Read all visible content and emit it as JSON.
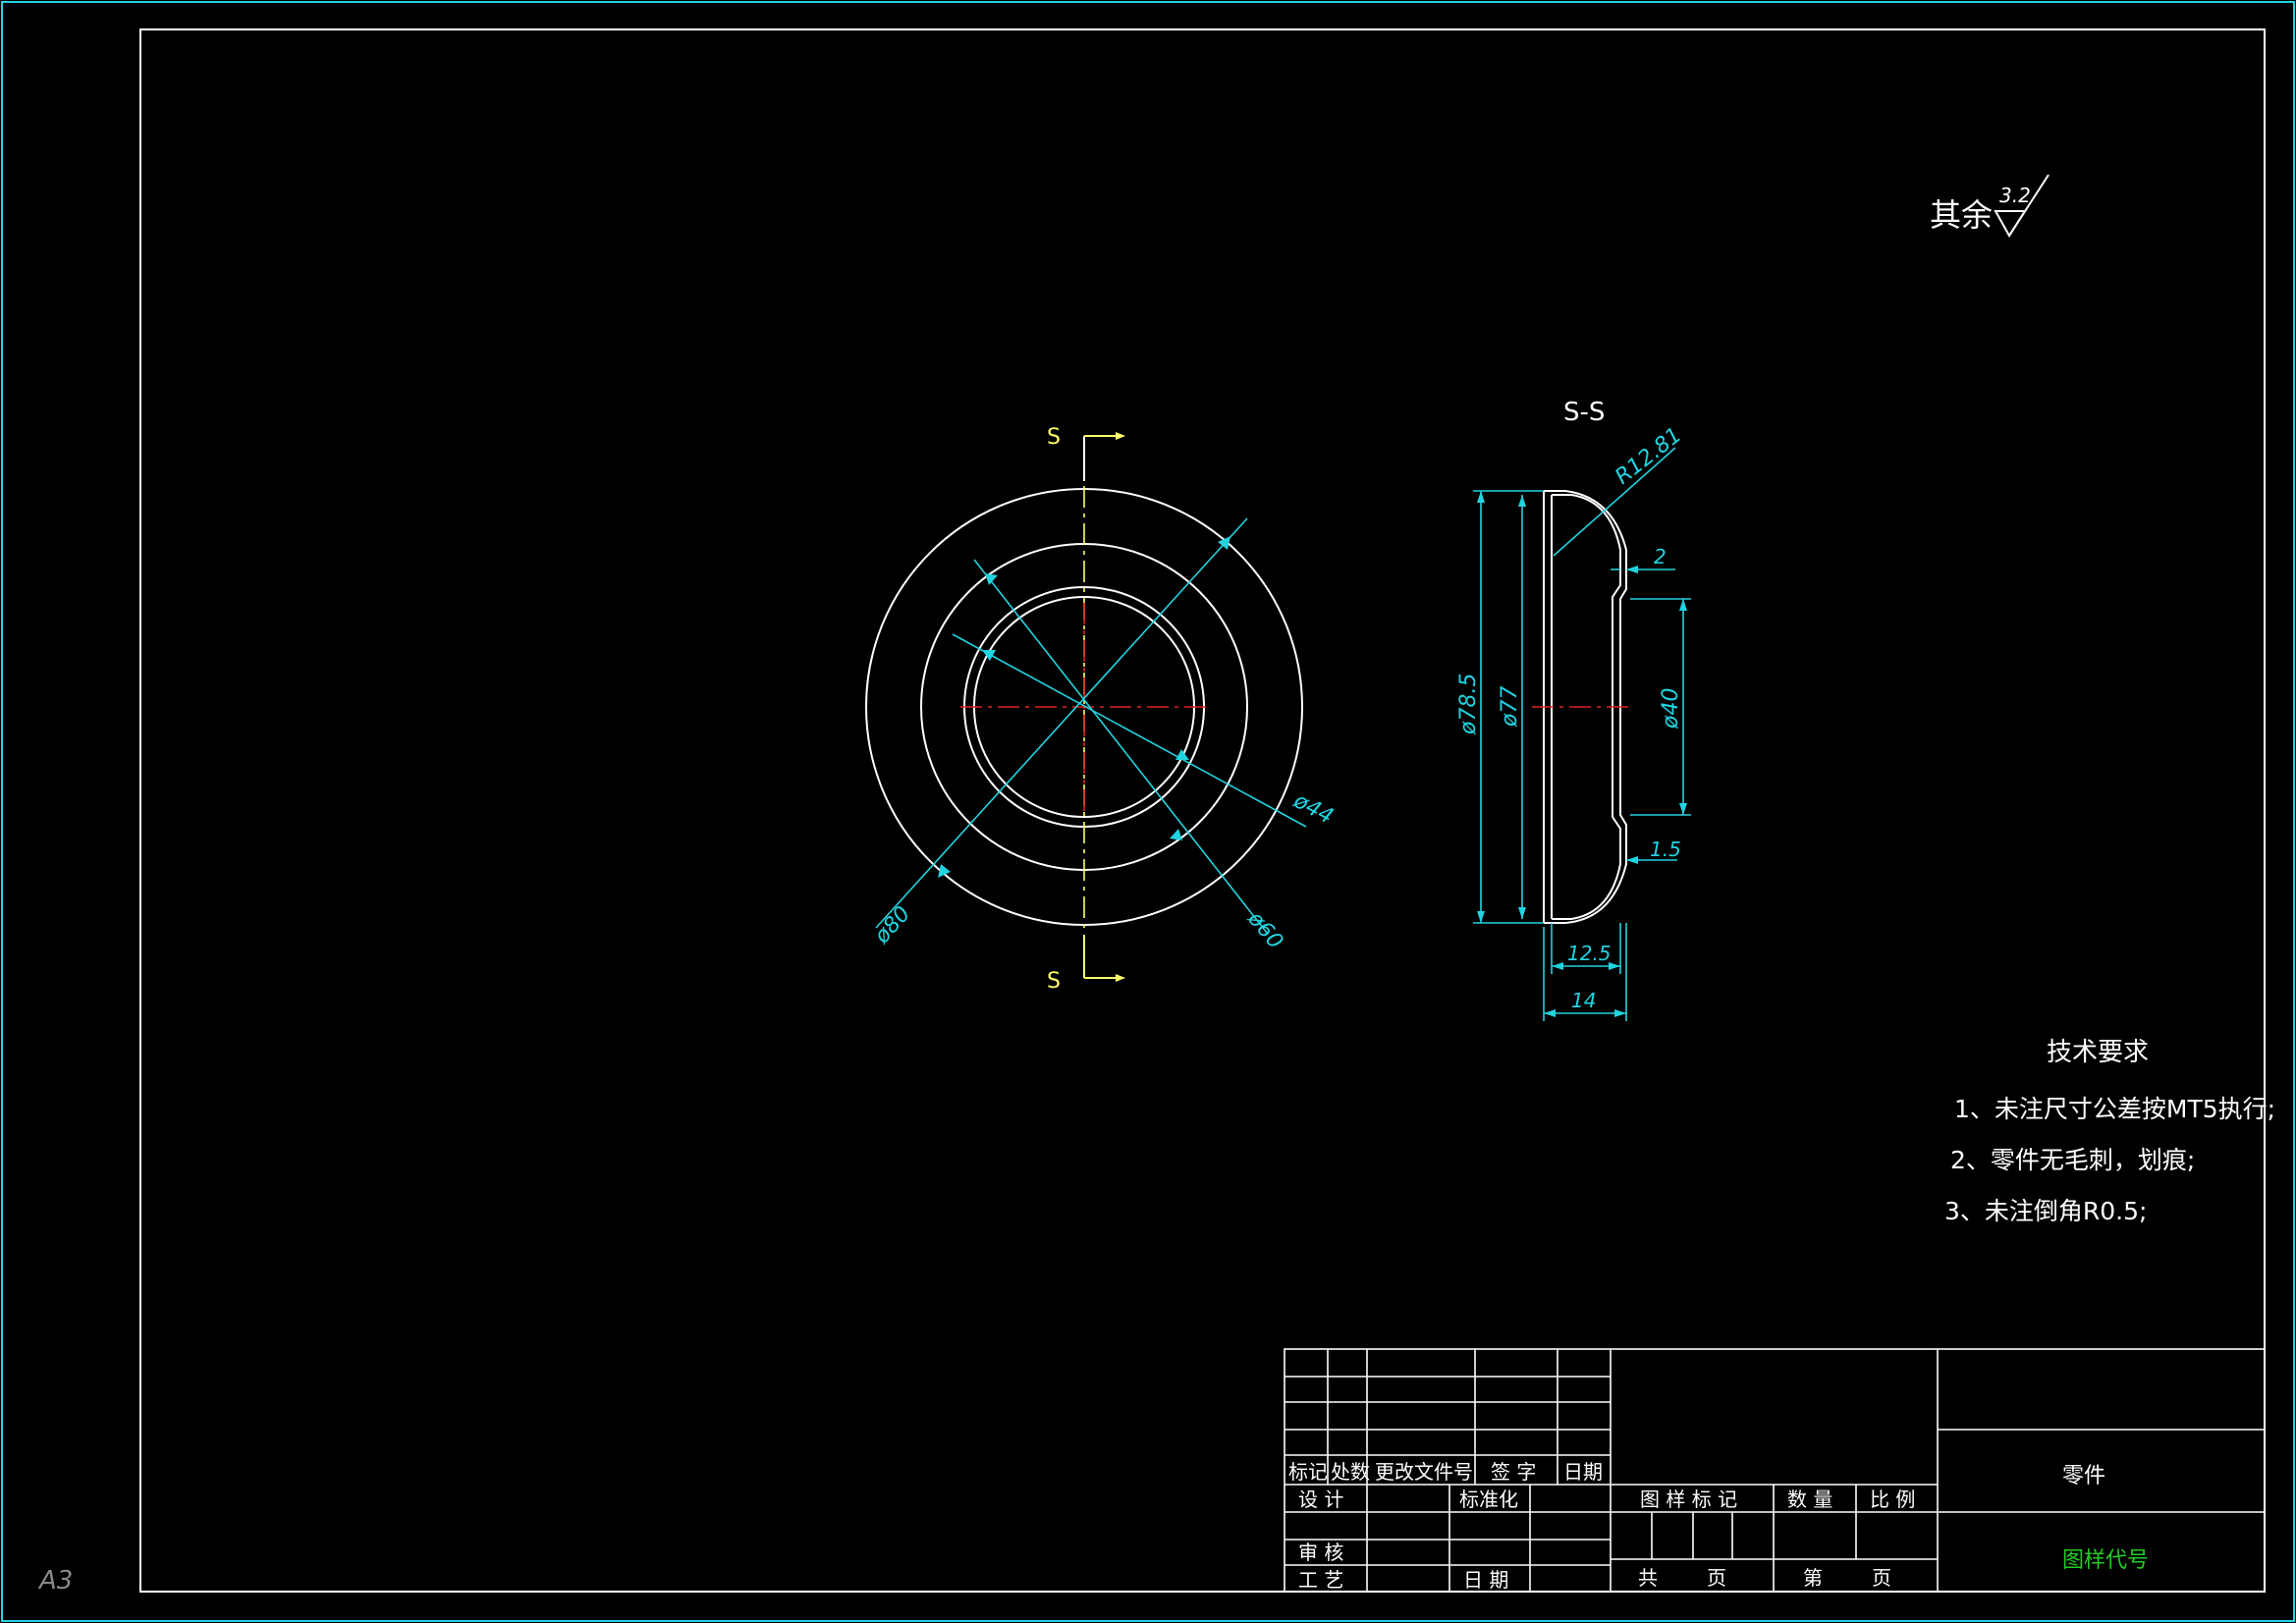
{
  "sheet": {
    "size_label": "A3",
    "colors": {
      "outline": "#ffffff",
      "dimension": "#22d3e0",
      "centerline": "#e02020",
      "section": "#ffff66",
      "title_green": "#22cc22"
    }
  },
  "surface_finish": {
    "label": "其余",
    "value": "3.2"
  },
  "section": {
    "marker_top": "S",
    "marker_bottom": "S",
    "title": "S-S"
  },
  "front_view": {
    "dims": {
      "d80": "ø80",
      "d60": "ø60",
      "d44": "ø44"
    }
  },
  "section_view": {
    "dims": {
      "r": "R12.81",
      "t2": "2",
      "d40": "ø40",
      "t15": "1.5",
      "d785": "ø78.5",
      "d77": "ø77",
      "w125": "12.5",
      "w14": "14"
    }
  },
  "tech_requirements": {
    "title": "技术要求",
    "items": [
      "1、未注尺寸公差按MT5执行;",
      "2、零件无毛刺，划痕;",
      "3、未注倒角R0.5;"
    ]
  },
  "title_block": {
    "row_headers": [
      "标记",
      "处数",
      "更改文件号",
      "签 字",
      "日期"
    ],
    "design": "设 计",
    "standard": "标准化",
    "review": "审 核",
    "process": "工 艺",
    "date": "日 期",
    "drawing_mark": "图 样 标 记",
    "quantity": "数 量",
    "scale": "比 例",
    "total": "共",
    "page1": "页",
    "sheet_no": "第",
    "page2": "页",
    "part_name": "零件",
    "drawing_code": "图样代号"
  }
}
